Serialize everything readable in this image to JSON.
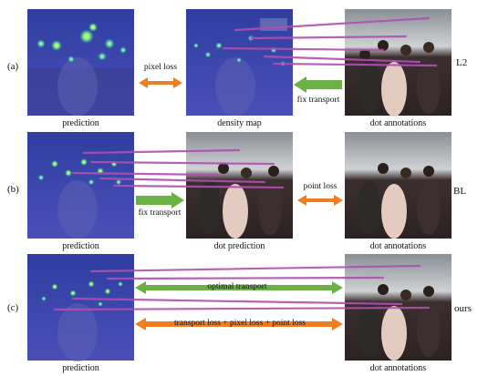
{
  "rows": [
    {
      "label": "(a)",
      "method": "L2",
      "panels": {
        "left_caption": "prediction",
        "middle_caption": "density map",
        "right_caption": "dot annotations"
      },
      "arrows": {
        "left_pair": "pixel loss",
        "right_pair": "fix transport"
      }
    },
    {
      "label": "(b)",
      "method": "BL",
      "panels": {
        "left_caption": "prediction",
        "middle_caption": "dot prediction",
        "right_caption": "dot annotations"
      },
      "arrows": {
        "left_pair": "fix transport",
        "right_pair": "point loss"
      }
    },
    {
      "label": "(c)",
      "method": "ours",
      "panels": {
        "left_caption": "prediction",
        "right_caption": "dot annotations"
      },
      "arrows": {
        "top": "optimal transport",
        "bottom": "transport loss + pixel loss + point loss"
      }
    }
  ],
  "colors": {
    "orange_arrow": "#ef7d22",
    "green_arrow": "#6ab043",
    "transport_line": "#b04fb0",
    "heatmap_bg": "#3b3f9a",
    "photo_bg": "#5a4a4a"
  }
}
